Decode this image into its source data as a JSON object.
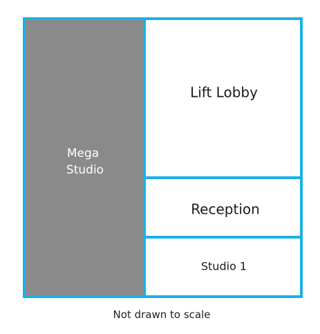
{
  "colors": {
    "wall": "#1ab0e8",
    "mega_studio_fill": "#8a8a8a",
    "room_fill": "#ffffff",
    "dark_label": "#1a1a1a",
    "light_label": "#ffffff"
  },
  "rooms": {
    "mega_studio": {
      "line1": "Mega",
      "line2": "Studio"
    },
    "lift_lobby": {
      "label": "Lift Lobby"
    },
    "reception": {
      "label": "Reception"
    },
    "studio_1": {
      "label": "Studio 1"
    }
  },
  "caption": "Not drawn to scale"
}
